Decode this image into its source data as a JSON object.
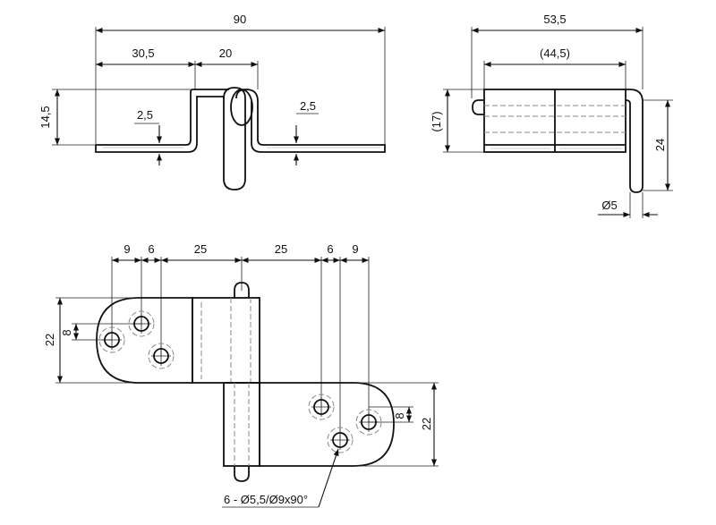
{
  "drawing": {
    "side_view": {
      "overall_length": "90",
      "left_leaf_length": "30,5",
      "knuckle_width": "20",
      "height": "14,5",
      "thickness_left": "2,5",
      "thickness_right": "2,5"
    },
    "end_view": {
      "overall_width": "53,5",
      "barrel_length": "(44,5)",
      "barrel_height": "(17)",
      "pin_drop": "24",
      "pin_diameter": "Ø5"
    },
    "plan_view": {
      "top_dims": [
        "9",
        "6",
        "25",
        "25",
        "6",
        "9"
      ],
      "left_width": "22",
      "left_hole_offset": "8",
      "right_hole_offset": "8",
      "right_width": "22",
      "hole_callout": "6 - Ø5,5/Ø9x90°"
    }
  }
}
